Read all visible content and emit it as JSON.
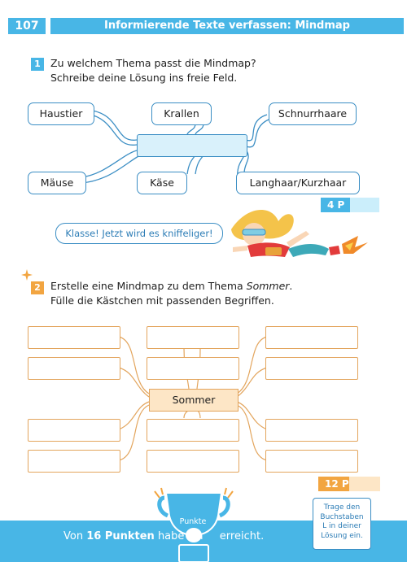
{
  "header": {
    "page_number": "107",
    "title": "Informierende Texte verfassen: Mindmap"
  },
  "task1": {
    "number": "1",
    "line1": "Zu welchem Thema passt die Mindmap?",
    "line2": "Schreibe deine Lösung ins freie Feld.",
    "boxes": [
      "Haustier",
      "Krallen",
      "Schnurrhaare",
      "Mäuse",
      "Käse",
      "Langhaar/Kurzhaar"
    ],
    "points": "4 P"
  },
  "bubble": "Klasse! Jetzt wird es kniffeliger!",
  "task2": {
    "number": "2",
    "line1_prefix": "Erstelle eine Mindmap zu dem Thema ",
    "line1_topic": "Sommer",
    "line1_suffix": ".",
    "line2": "Fülle die Kästchen mit passenden Begriffen.",
    "center": "Sommer",
    "points": "12 P"
  },
  "footer": {
    "prefix": "Von ",
    "count": "16 Punkten",
    "middle": " habe ich ",
    "suffix": " erreicht.",
    "trophy_label": "Punkte",
    "hint": [
      "Trage den",
      "Buchstaben",
      "L in deiner",
      "Lösung ein."
    ]
  },
  "colors": {
    "blue": "#48b6e6",
    "orange": "#f2a541"
  }
}
